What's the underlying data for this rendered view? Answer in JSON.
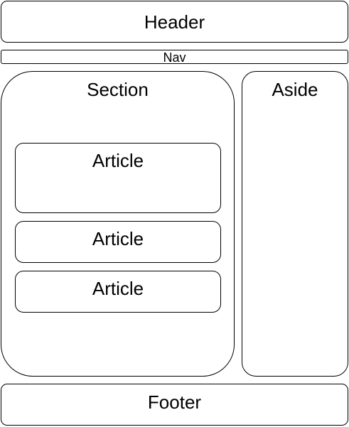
{
  "header": {
    "label": "Header"
  },
  "nav": {
    "label": "Nav"
  },
  "section": {
    "label": "Section",
    "articles": [
      {
        "label": "Article"
      },
      {
        "label": "Article"
      },
      {
        "label": "Article"
      }
    ]
  },
  "aside": {
    "label": "Aside"
  },
  "footer": {
    "label": "Footer"
  },
  "colors": {
    "stroke": "#000000",
    "fill": "#ffffff",
    "text": "#000000"
  }
}
